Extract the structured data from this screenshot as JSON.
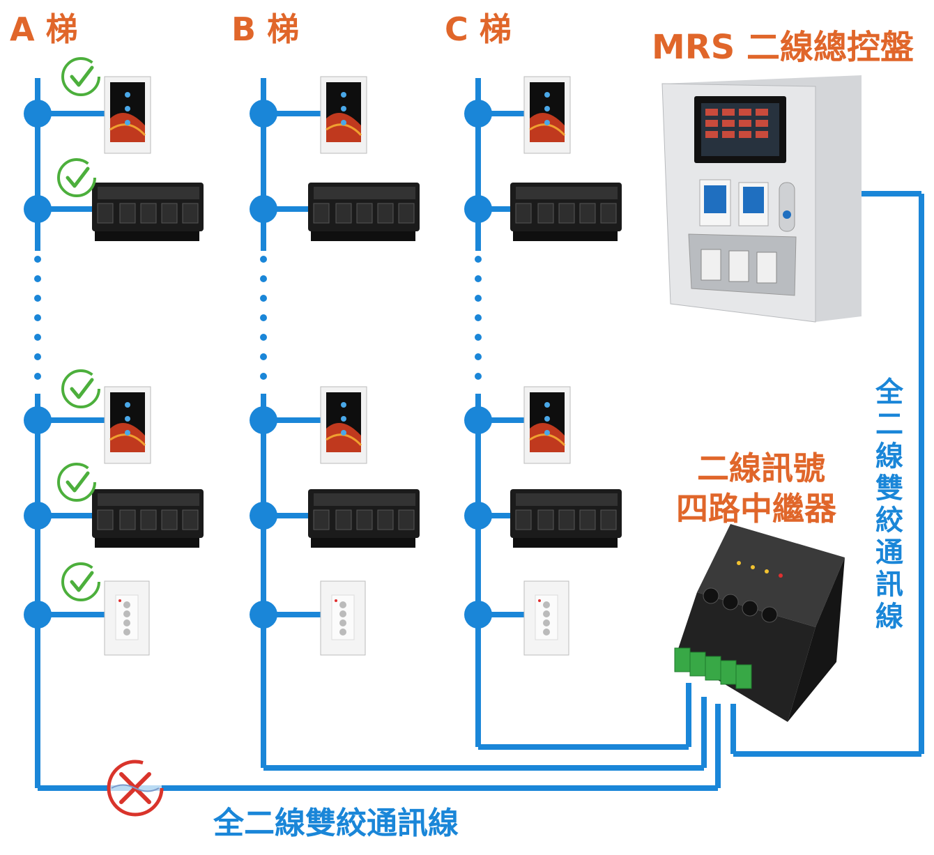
{
  "labels": {
    "riser_a": "A 梯",
    "riser_b": "B 梯",
    "riser_c": "C 梯",
    "panel_title": "MRS 二線總控盤",
    "repeater_line1": "二線訊號",
    "repeater_line2": "四路中繼器",
    "bottom_cable": "全二線雙絞通訊線",
    "right_cable": "全二線雙絞通訊線"
  },
  "colors": {
    "accent": "#e0662a",
    "wire": "#1a86d8",
    "check": "#4caf3c",
    "cross": "#d9342b"
  },
  "icons": {
    "ok": "check-circle-icon",
    "fail": "cross-circle-icon"
  }
}
